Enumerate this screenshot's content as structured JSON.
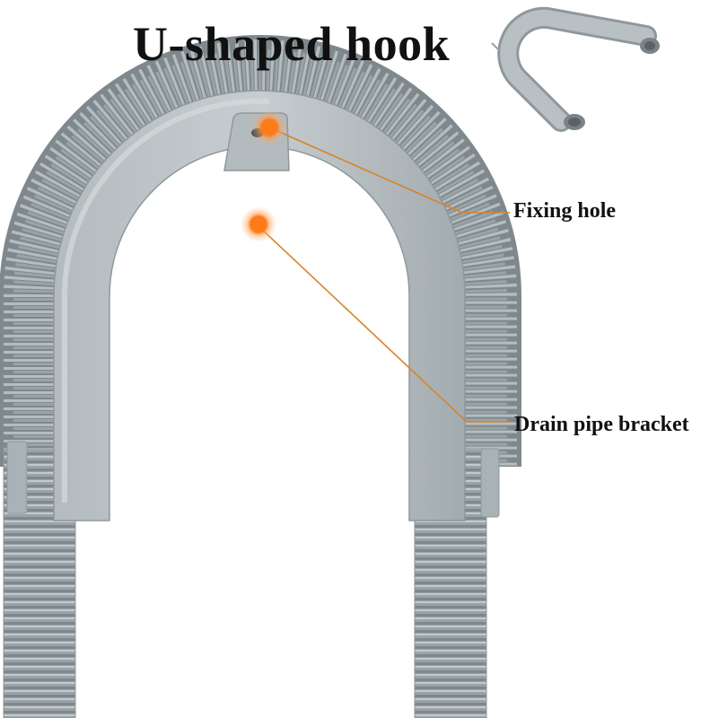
{
  "title": "U-shaped hook",
  "callouts": {
    "fixing_hole": "Fixing hole",
    "drain_pipe_bracket": "Drain pipe bracket"
  },
  "colors": {
    "hose": "#9aa4a8",
    "hose_dark": "#7f898d",
    "hose_light": "#c3cacd",
    "bracket": "#a9b2b6",
    "bracket_light": "#c4cbce",
    "marker": "#ff7a1a",
    "leader_line": "#d9822b"
  },
  "icons": [
    "marker-dot-icon",
    "marker-dot-icon",
    "bracket-thumbnail-icon"
  ]
}
